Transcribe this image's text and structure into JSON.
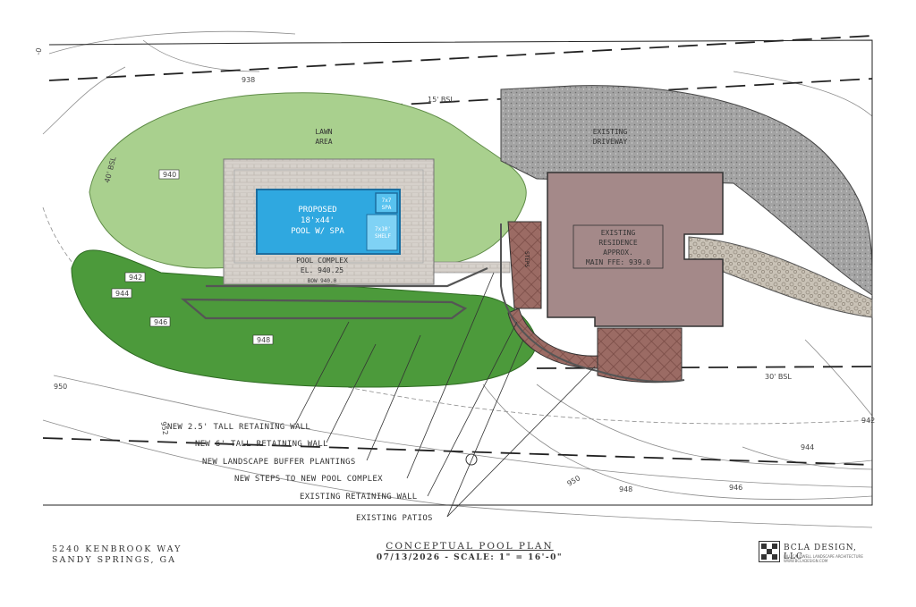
{
  "plan": {
    "contours": [
      "938",
      "940",
      "942",
      "944",
      "946",
      "948",
      "950",
      "952",
      "950",
      "948",
      "946",
      "944",
      "942",
      "-0"
    ],
    "setbacks": [
      "15' BSL",
      "40' BSL",
      "30' BSL"
    ],
    "lawn_label": [
      "LAWN",
      "AREA"
    ],
    "driveway_label": [
      "EXISTING",
      "DRIVEWAY"
    ],
    "pool_label": [
      "PROPOSED",
      "18'x44'",
      "POOL W/ SPA"
    ],
    "spa_label": [
      "7x7",
      "SPA"
    ],
    "shelf_label": [
      "7x10'",
      "SHELF"
    ],
    "pool_complex_label": [
      "POOL COMPLEX",
      "EL. 940.25"
    ],
    "bow_label": "BOW 940.0",
    "steps_label": "STEPS",
    "residence_label": [
      "EXISTING",
      "RESIDENCE",
      "APPROX.",
      "MAIN FFE: 939.0"
    ]
  },
  "callouts": [
    "NEW 2.5' TALL RETAINING WALL",
    "NEW 6' TALL RETAINING WALL",
    "NEW LANDSCAPE BUFFER PLANTINGS",
    "NEW STEPS TO NEW POOL COMPLEX",
    "EXISTING RETAINING WALL",
    "EXISTING PATIOS"
  ],
  "title_block": {
    "address_line1": "5240 KENBROOK WAY",
    "address_line2": "SANDY SPRINGS, GA",
    "plan_title": "CONCEPTUAL POOL PLAN",
    "plan_date_scale": "07/13/2026 - SCALE: 1\" = 16'-0\"",
    "firm_name": "BCLA DESIGN, LLC",
    "firm_sub": "BILL CALDWELL LANDSCAPE ARCHITECTURE",
    "firm_web": "WWW.BCLADESIGN.COM"
  },
  "colors": {
    "lawn": "#a9d08e",
    "buffer": "#4c9a3b",
    "pool": "#2fa8e0",
    "deck": "#cfc9c2",
    "driveway": "#9a9a9a",
    "residence": "#a48989",
    "patio": "#9b6b64"
  }
}
